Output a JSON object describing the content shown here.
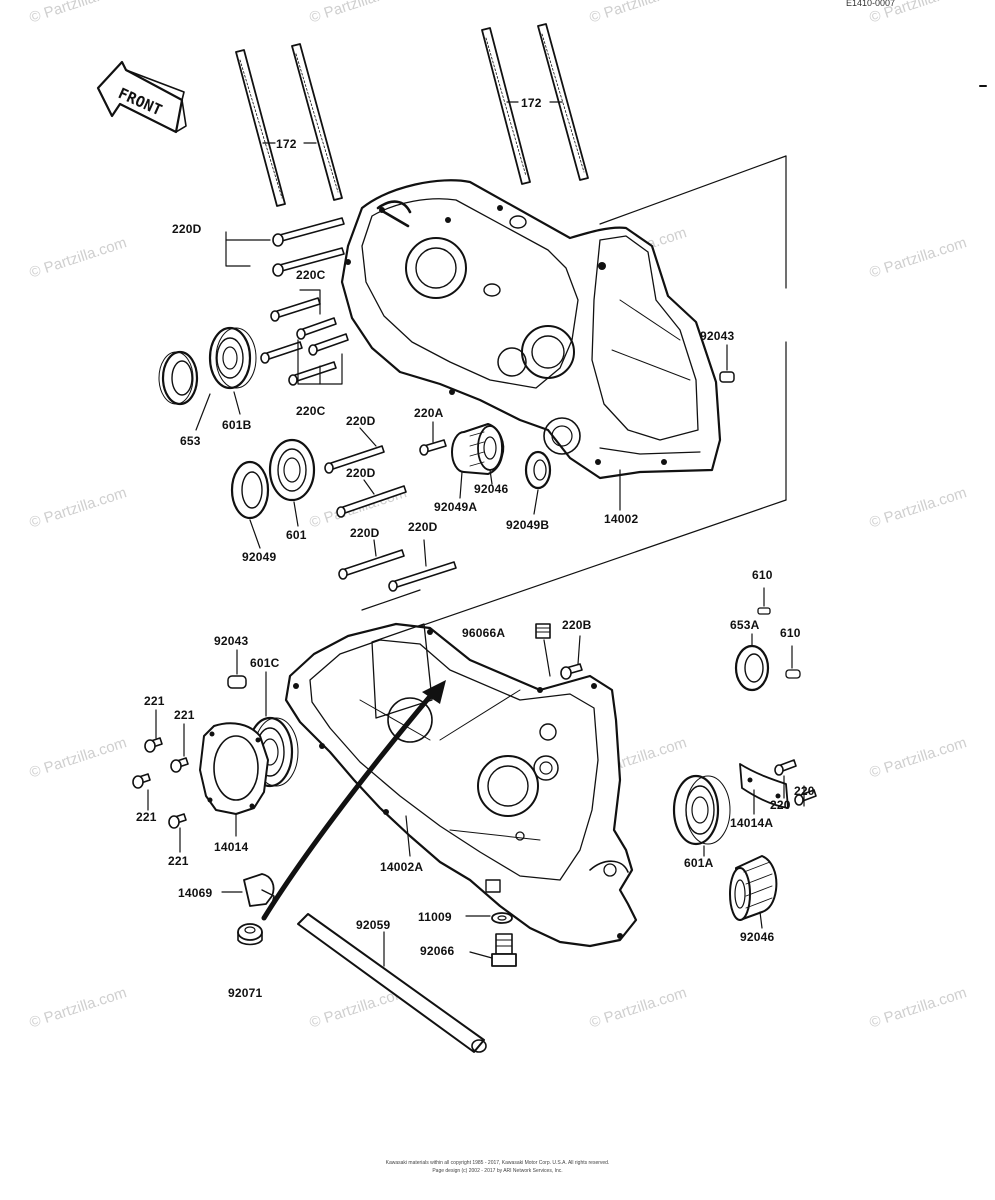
{
  "diagram": {
    "code": "E1410-0007",
    "front_label": "FRONT",
    "watermark": "© Partzilla.com",
    "footer": {
      "line1": "Kawasaki materials within all copyright 1985 - 2017, Kawasaki Motor Corp. U.S.A. All rights reserved.",
      "line2": "Page design (c) 2002 - 2017 by ARI Network Services, Inc."
    },
    "parts": {
      "p172a": "172",
      "p172b": "172",
      "p220d_1": "220D",
      "p220c_1": "220C",
      "p220c_2": "220C",
      "p653": "653",
      "p601b": "601B",
      "p92043_1": "92043",
      "p220d_2": "220D",
      "p220a": "220A",
      "p220d_3": "220D",
      "p92049a": "92049A",
      "p92046_1": "92046",
      "p92049b": "92049B",
      "p14002": "14002",
      "p601": "601",
      "p92049": "92049",
      "p220d_4": "220D",
      "p220d_5": "220D",
      "p610_1": "610",
      "p96066a": "96066A",
      "p220b": "220B",
      "p653a": "653A",
      "p610_2": "610",
      "p92043_2": "92043",
      "p601c": "601C",
      "p221_1": "221",
      "p221_2": "221",
      "p221_3": "221",
      "p221_4": "221",
      "p14014": "14014",
      "p220_1": "220",
      "p220_2": "220",
      "p14014a": "14014A",
      "p14002a": "14002A",
      "p601a": "601A",
      "p14069": "14069",
      "p11009": "11009",
      "p92059": "92059",
      "p92066": "92066",
      "p92046_2": "92046",
      "p92071": "92071"
    }
  }
}
